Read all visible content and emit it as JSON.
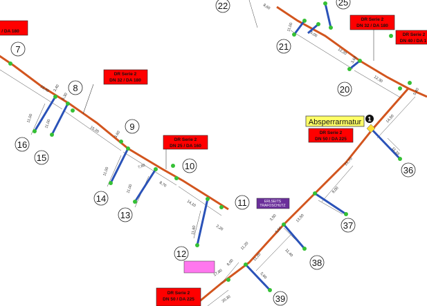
{
  "node_numbers": [
    "7",
    "8",
    "9",
    "10",
    "11",
    "12",
    "13",
    "14",
    "15",
    "16",
    "20",
    "21",
    "22",
    "25",
    "36",
    "37",
    "38",
    "39"
  ],
  "red_labels": [
    {
      "line1": "DR Serie 2",
      "line2": "DN 32 / DA 180"
    },
    {
      "line1": "DR Serie 2",
      "line2": "DN 25 / DA 160"
    },
    {
      "line1": "DR Serie 2",
      "line2": "DN 32 / DA 180"
    },
    {
      "line1": "DR Serie 2",
      "line2": "DN 40 / DA 1"
    },
    {
      "line1": "DR Serie 2",
      "line2": "DN 50 / DA 225"
    },
    {
      "line1": "DR Serie 2",
      "line2": "DN 50 / DA 225"
    },
    {
      "line1": "",
      "line2": "/ DA 180"
    }
  ],
  "valve_label": "Absperrarmatur",
  "valve_marker": "1",
  "purple_label": {
    "line1": "ERLSEITS",
    "line2": "TRAFOSCHUTZ"
  },
  "pink_label": {
    "line1": "",
    "line2": ""
  },
  "dimensions": [
    "15,40",
    "3,40",
    "5,30",
    "15,20",
    "3,60",
    "7,60",
    "8,70",
    "14,10",
    "2,20",
    "11,00",
    "11,00",
    "11,00",
    "11,00",
    "11,60",
    "11,00",
    "12,20",
    "12,30",
    "5,00",
    "3,60",
    "5,40",
    "14,50",
    "11,10",
    "21,70",
    "9,00",
    "13,50",
    "3,50",
    "5,50",
    "11,20",
    "11,20",
    "17,80",
    "20,30",
    "8,00",
    "5,60",
    "11,40",
    "8,60"
  ],
  "colors": {
    "main_pipe": "#d2551e",
    "branch_pipe": "#2a52b8",
    "node": "#35c035",
    "red_box": "#ff0000",
    "valve_box": "#ffff66",
    "purple_box": "#6a2f9a",
    "pink_box": "#ff77ee"
  }
}
